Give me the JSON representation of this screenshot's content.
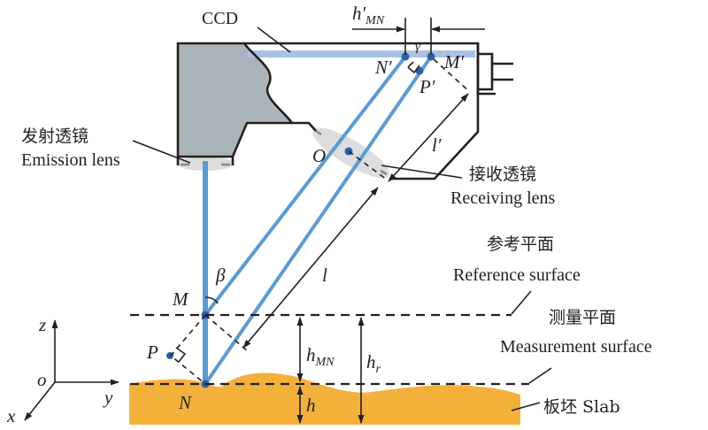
{
  "figure": {
    "labels": {
      "ccd": "CCD",
      "h_prime_mn_main": "h′",
      "h_prime_mn_sub": "MN",
      "gamma": "γ",
      "n_prime": "N′",
      "m_prime": "M′",
      "p_prime": "P′",
      "emission_lens_cn": "发射透镜",
      "emission_lens_en": "Emission lens",
      "o_point": "O",
      "l_prime": "l′",
      "receiving_lens_cn": "接收透镜",
      "receiving_lens_en": "Receiving lens",
      "reference_surface_cn": "参考平面",
      "reference_surface_en": "Reference surface",
      "beta": "β",
      "l": "l",
      "m_point": "M",
      "measurement_surface_cn": "测量平面",
      "measurement_surface_en": "Measurement surface",
      "p_point": "P",
      "h_mn_main": "h",
      "h_mn_sub": "MN",
      "h_r_main": "h",
      "h_r_sub": "r",
      "h": "h",
      "n_point": "N",
      "slab": "板坯 Slab",
      "axis_z": "z",
      "axis_y": "y",
      "axis_x": "x",
      "axis_o": "o"
    },
    "colors": {
      "beam": "#5b9bd1",
      "point": "#2e5ea8",
      "housing": "#aab4bb",
      "ccd_strip": "#a9c2e2",
      "lens": "#dcdddf",
      "slab": "#f3b13c",
      "outline": "#231f20"
    }
  }
}
